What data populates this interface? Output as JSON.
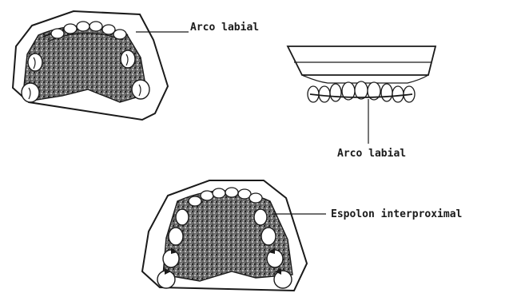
{
  "diagram": {
    "labels": {
      "top_left": "Arco labial",
      "right_middle": "Arco labial",
      "bottom": "Espolon interproximal"
    },
    "colors": {
      "ink": "#1a1a1a",
      "stipple_dark": "#2b2b2b",
      "stipple_light": "#8a8a8a",
      "paper": "#ffffff"
    }
  }
}
